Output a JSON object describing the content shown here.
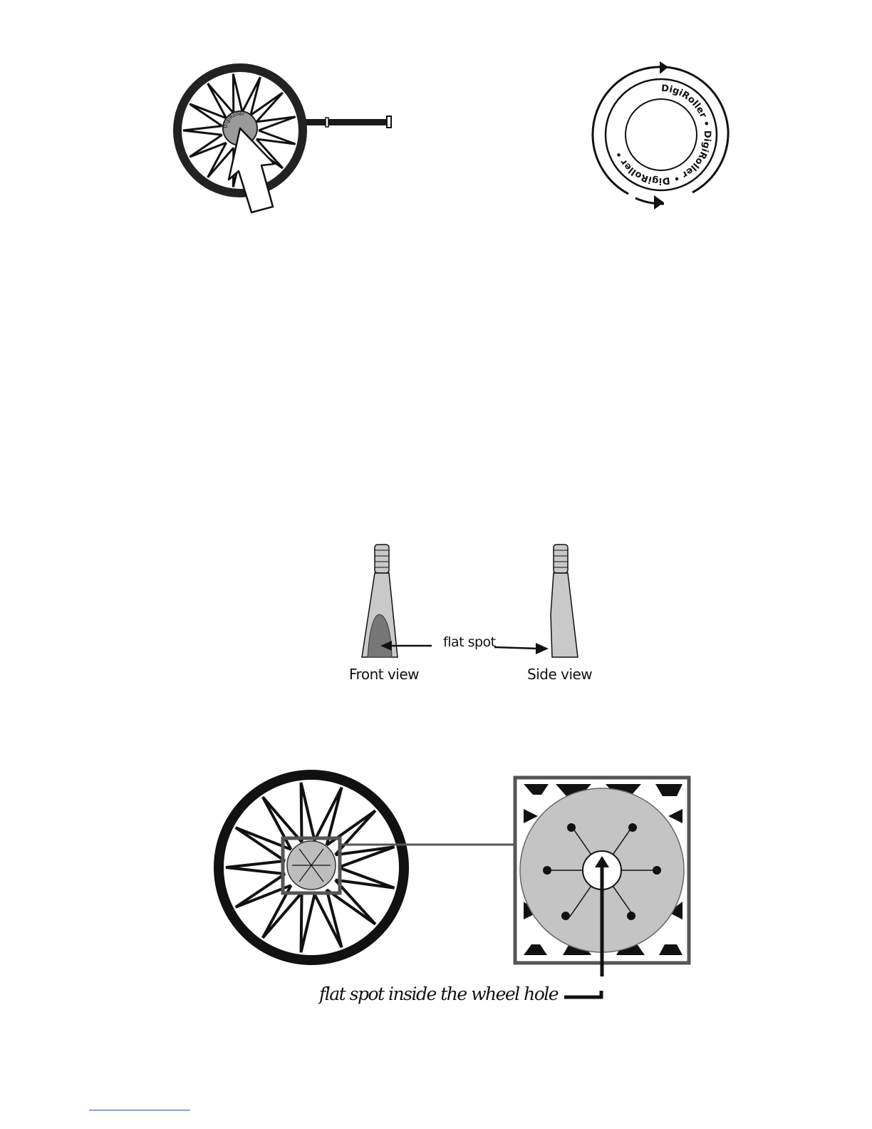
{
  "figures": {
    "wheel_with_pointer": {
      "hub_text": "DigiRoller"
    },
    "rotation_disk": {
      "disk_text": "DigiRoller • DigiRoller • DigiRoller •"
    },
    "axle_views": {
      "flat_spot_label": "flat spot",
      "front_view_label": "Front view",
      "side_view_label": "Side view"
    },
    "wheel_hole_detail": {
      "caption": "flat spot inside the wheel hole"
    }
  },
  "colors": {
    "ink": "#111111",
    "hub_gray": "#bdbdbd",
    "dark_gray": "#7a7a7a",
    "frame_gray": "#555555",
    "footer_rule": "#2b4fb0"
  }
}
